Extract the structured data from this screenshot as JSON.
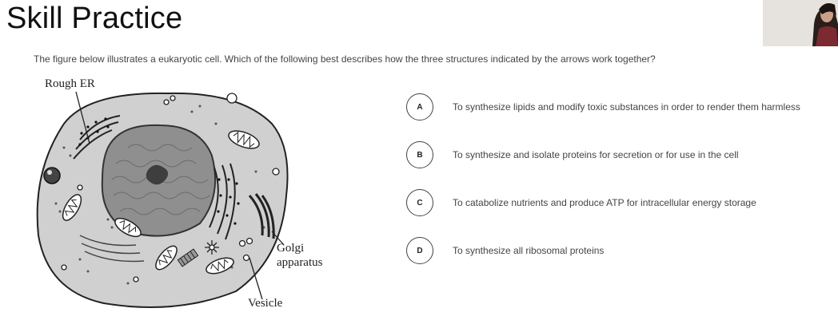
{
  "slide": {
    "title": "Skill Practice",
    "question": "The figure below illustrates a eukaryotic cell. Which of the following best describes how the three structures indicated by the arrows work together?"
  },
  "figure": {
    "labels": {
      "rough_er": "Rough ER",
      "golgi_line1": "Golgi",
      "golgi_line2": "apparatus",
      "vesicle": "Vesicle"
    }
  },
  "options": [
    {
      "letter": "A",
      "text": "To synthesize lipids and modify toxic substances in order to render them harmless"
    },
    {
      "letter": "B",
      "text": "To synthesize and isolate proteins for secretion or for use in the cell"
    },
    {
      "letter": "C",
      "text": "To catabolize nutrients and produce ATP for intracellular energy storage"
    },
    {
      "letter": "D",
      "text": "To synthesize all ribosomal proteins"
    }
  ],
  "colors": {
    "cytoplasm": "#cfcfcf",
    "nucleus": "#8f8f8f",
    "membrane": "#222222"
  }
}
